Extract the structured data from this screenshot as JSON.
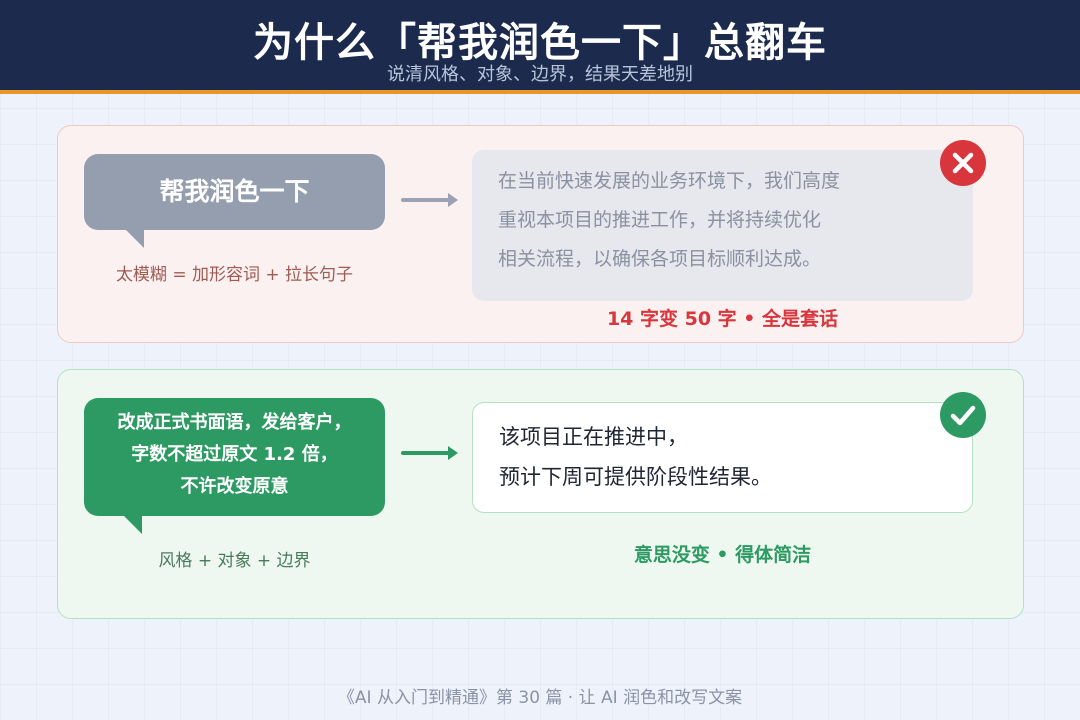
{
  "header": {
    "title": "为什么「帮我润色一下」总翻车",
    "subtitle": "说清风格、对象、边界，结果天差地别"
  },
  "bad_example": {
    "prompt": "帮我润色一下",
    "caption": "太模糊 = 加形容词 + 拉长句子",
    "result_lines": [
      "在当前快速发展的业务环境下，我们高度",
      "重视本项目的推进工作，并将持续优化",
      "相关流程，以确保各项目标顺利达成。"
    ],
    "verdict": "14 字变 50 字 • 全是套话",
    "badge_icon": "cross-icon",
    "accent_color": "#d8353d"
  },
  "good_example": {
    "prompt_lines": [
      "改成正式书面语，发给客户，",
      "字数不超过原文 1.2 倍，",
      "不许改变原意"
    ],
    "caption": "风格 + 对象 + 边界",
    "result_lines": [
      "该项目正在推进中，",
      "预计下周可提供阶段性结果。"
    ],
    "verdict": "意思没变 • 得体简洁",
    "badge_icon": "check-icon",
    "accent_color": "#2d9a63"
  },
  "footer": {
    "text": "《AI 从入门到精通》第 30 篇 · 让 AI 润色和改写文案"
  }
}
